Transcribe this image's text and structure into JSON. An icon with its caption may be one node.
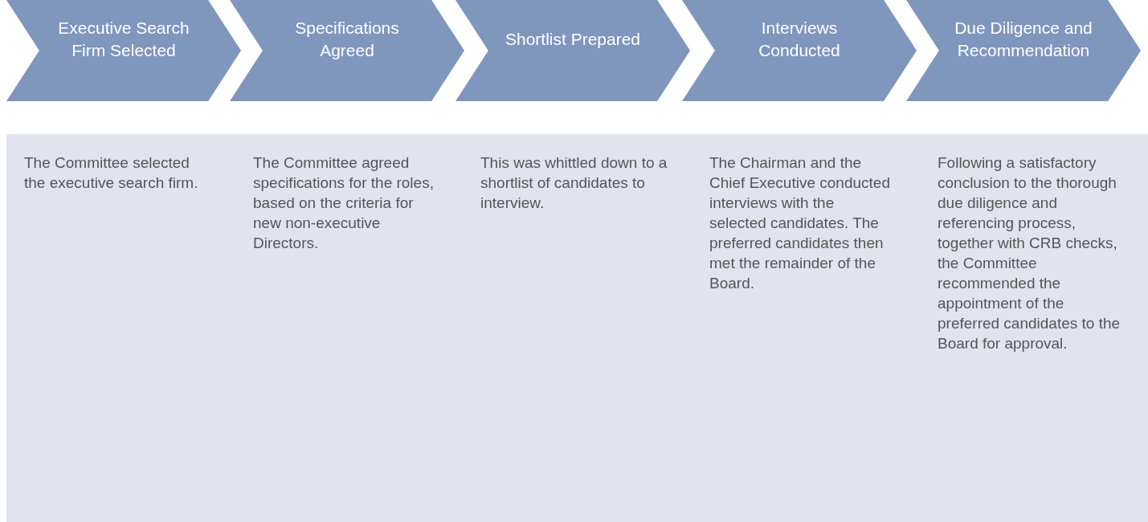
{
  "diagram": {
    "nodes": [
      {
        "text": [
          "Executive Search Firm Selected"
        ],
        "beside": [
          "The Committee selected the executive search firm."
        ]
      },
      {
        "text": [
          "Specifications Agreed"
        ],
        "beside": [
          "The Committee agreed specifications for the roles, based on the criteria for new non-executive Directors."
        ]
      },
      {
        "text": [
          "Shortlist Prepared"
        ],
        "beside": [
          "This was whittled down to a shortlist of candidates to interview."
        ]
      },
      {
        "text": [
          "Interviews Conducted"
        ],
        "beside": [
          "The Chairman and the Chief Executive conducted interviews with the selected candidates. The preferred candidates then met the remainder of the Board."
        ]
      },
      {
        "text": [
          "Due Diligence and Recommendation"
        ],
        "beside": [
          "Following a satisfactory conclusion to the thorough due diligence and referencing process, together with CRB checks, the Committee recommended the appointment of the preferred candidates to the Board for approval."
        ]
      }
    ]
  }
}
